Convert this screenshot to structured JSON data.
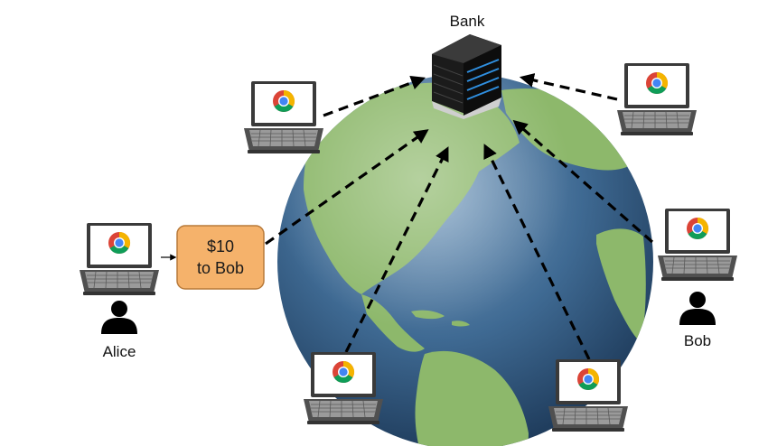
{
  "labels": {
    "bank": "Bank",
    "alice": "Alice",
    "bob": "Bob"
  },
  "message": {
    "line1": "$10",
    "line2": "to Bob"
  },
  "icons": {
    "server": "server-icon",
    "laptop": "laptop-icon",
    "browser": "chrome-icon",
    "person": "person-icon",
    "globe": "globe-icon"
  },
  "colors": {
    "ocean": "#3f6a93",
    "land": "#8db86b",
    "message_fill": "#f5b26b",
    "message_border": "#b87a3a",
    "arrow": "#000000"
  }
}
